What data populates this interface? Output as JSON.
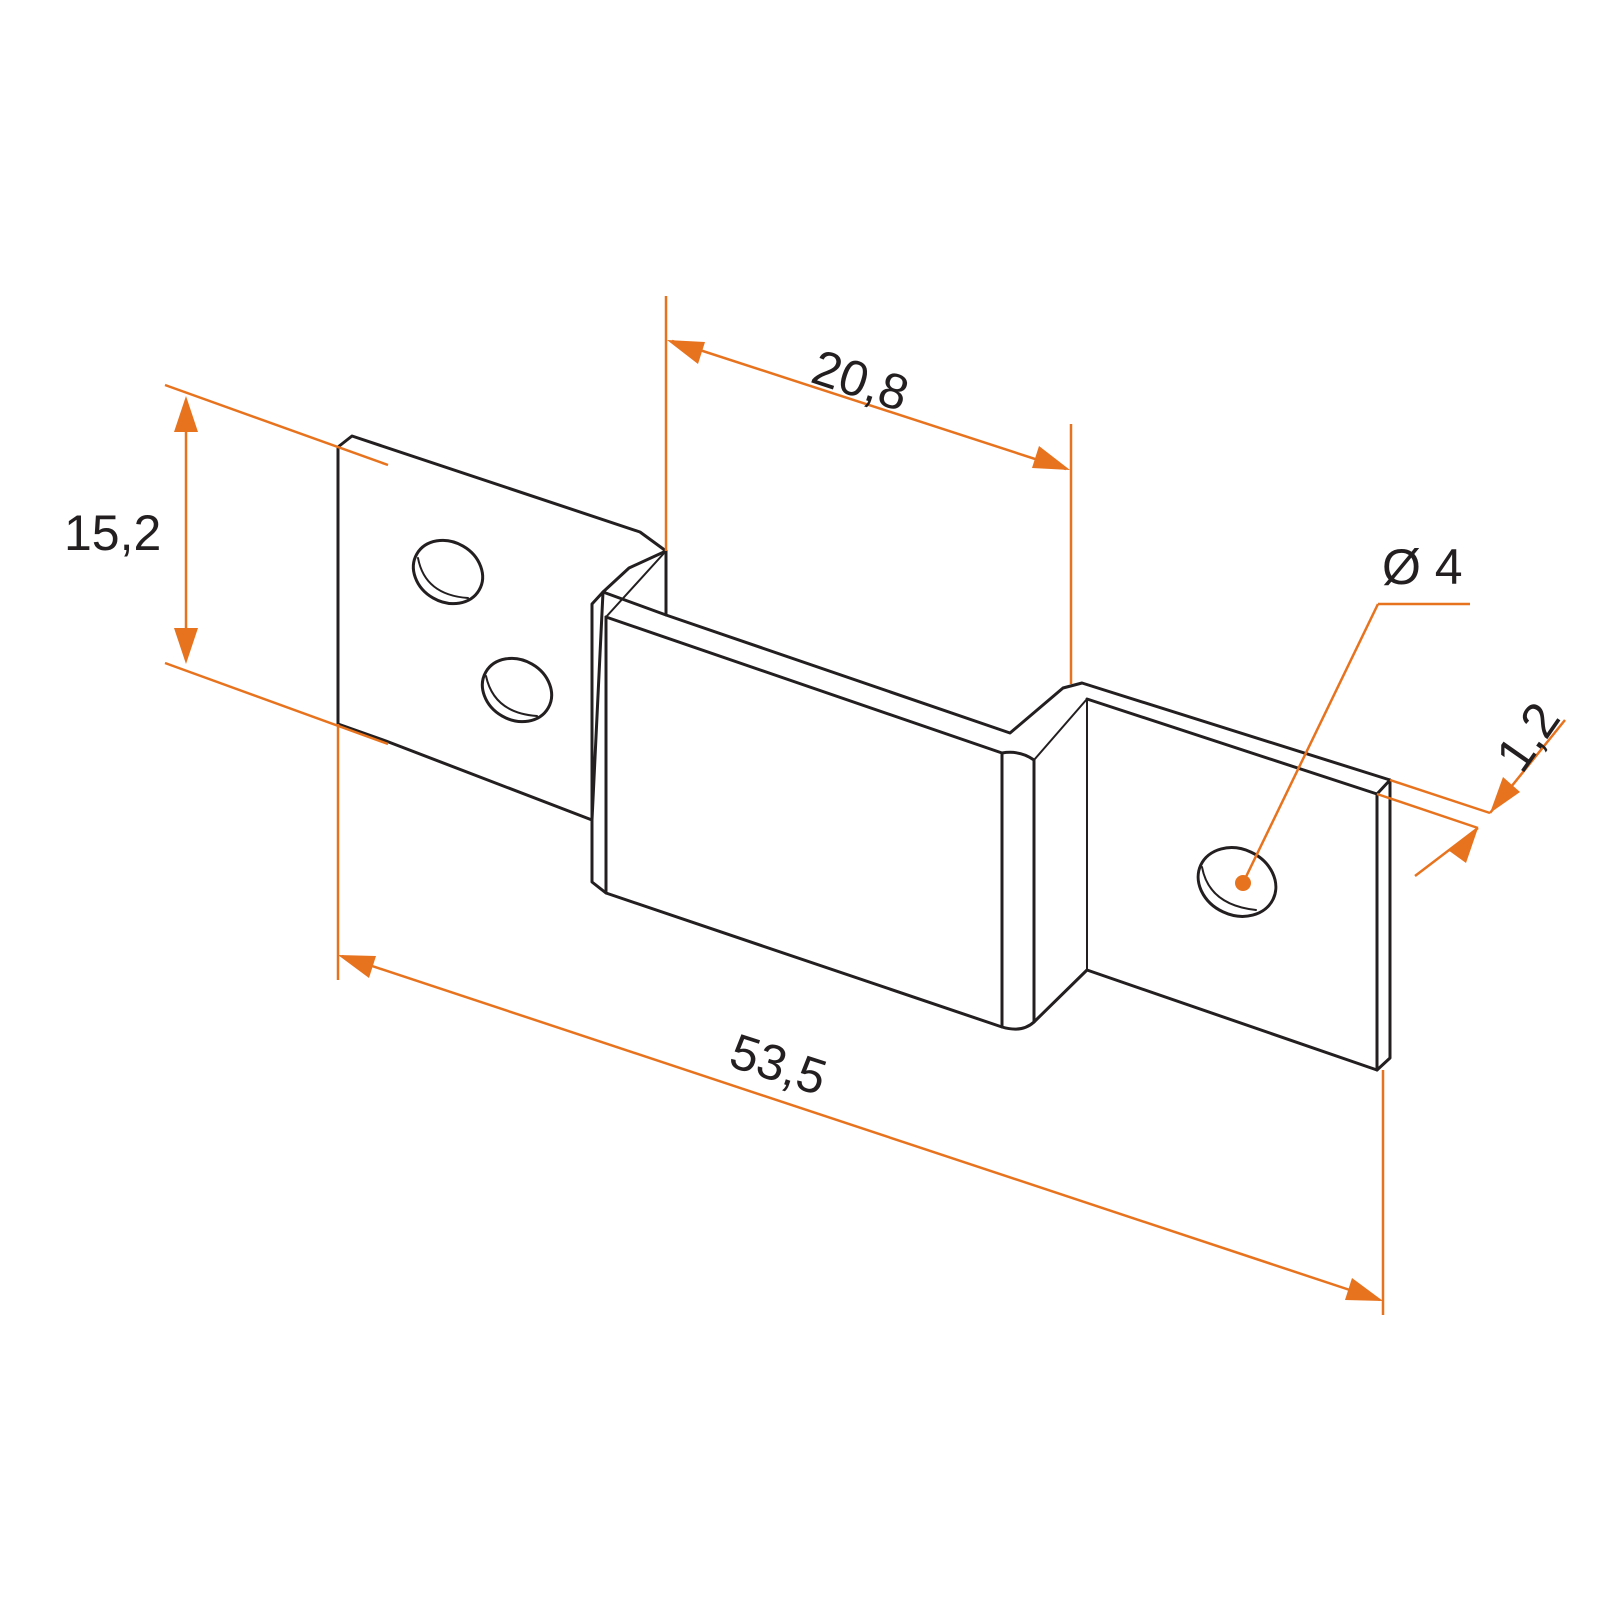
{
  "drawing": {
    "accent_color": "#e8731e",
    "line_color": "#231f20",
    "dimensions": {
      "overall_height": "15,2",
      "center_width": "20,8",
      "overall_length": "53,5",
      "hole_diameter": "Ø 4",
      "thickness": "1,2"
    }
  }
}
